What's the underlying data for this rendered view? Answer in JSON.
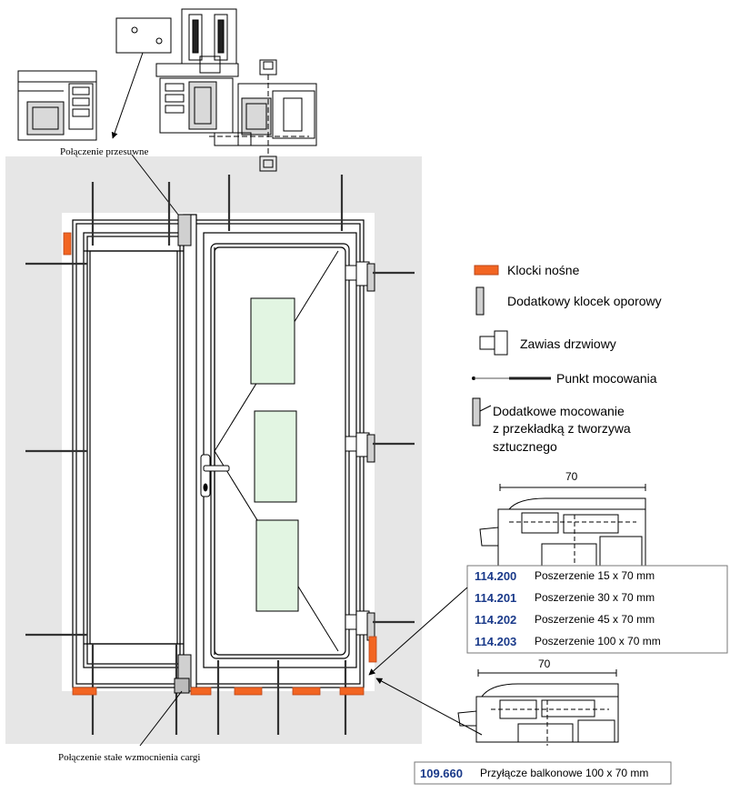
{
  "labels": {
    "sliding_connection": "Połączenie przesuwne",
    "fixed_connection": "Połączenie stałe wzmocnienia cargi"
  },
  "legend": {
    "load_blocks": "Klocki nośne",
    "extra_block": "Dodatkowy klocek oporowy",
    "door_hinge": "Zawias drzwiowy",
    "fixing_point": "Punkt mocowania",
    "extra_fixing_line1": "Dodatkowe mocowanie",
    "extra_fixing_line2": "z przekładką z tworzywa",
    "extra_fixing_line3": "sztucznego"
  },
  "dimensions": {
    "upper_profile_width": "70",
    "lower_profile_width": "70"
  },
  "extensions": [
    {
      "code": "114.200",
      "description": "Poszerzenie 15 x 70 mm"
    },
    {
      "code": "114.201",
      "description": "Poszerzenie 30 x 70 mm"
    },
    {
      "code": "114.202",
      "description": "Poszerzenie 45 x 70 mm"
    },
    {
      "code": "114.203",
      "description": "Poszerzenie 100 x 70 mm"
    }
  ],
  "balcony": {
    "code": "109.660",
    "description": "Przyłącze balkonowe 100 x 70 mm"
  },
  "colors": {
    "block": "#f26522",
    "wall": "#e6e6e6",
    "glass": "#e2f5e2",
    "code": "#1a3a8a"
  }
}
